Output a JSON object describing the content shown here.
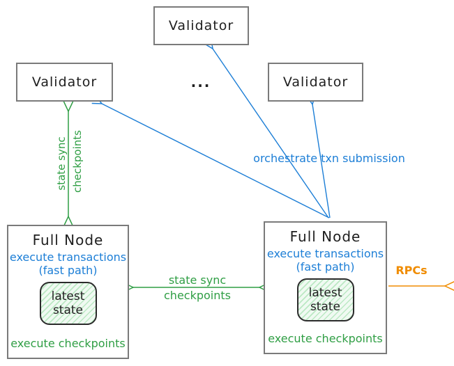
{
  "diagram": {
    "validator_top": {
      "label": "Validator"
    },
    "validator_left": {
      "label": "Validator"
    },
    "validator_right": {
      "label": "Validator"
    },
    "ellipsis": "...",
    "full_node_left": {
      "title": "Full Node",
      "fast_path_line1": "execute transactions",
      "fast_path_line2": "(fast path)",
      "state_line1": "latest",
      "state_line2": "state",
      "checkpoints": "execute checkpoints"
    },
    "full_node_right": {
      "title": "Full Node",
      "fast_path_line1": "execute transactions",
      "fast_path_line2": "(fast path)",
      "state_line1": "latest",
      "state_line2": "state",
      "checkpoints": "execute checkpoints"
    },
    "edge_labels": {
      "left_sync_line1": "state sync",
      "left_sync_line2": "checkpoints",
      "mid_sync_line1": "state sync",
      "mid_sync_line2": "checkpoints",
      "orchestrate": "orchestrate txn submission",
      "rpcs": "RPCs"
    },
    "colors": {
      "blue": "#1c7ed6",
      "green": "#2f9e44",
      "orange": "#f08c00",
      "ink": "#1e1e1e",
      "box_border": "#7a7a7a",
      "state_fill": "#f0faf2"
    }
  }
}
